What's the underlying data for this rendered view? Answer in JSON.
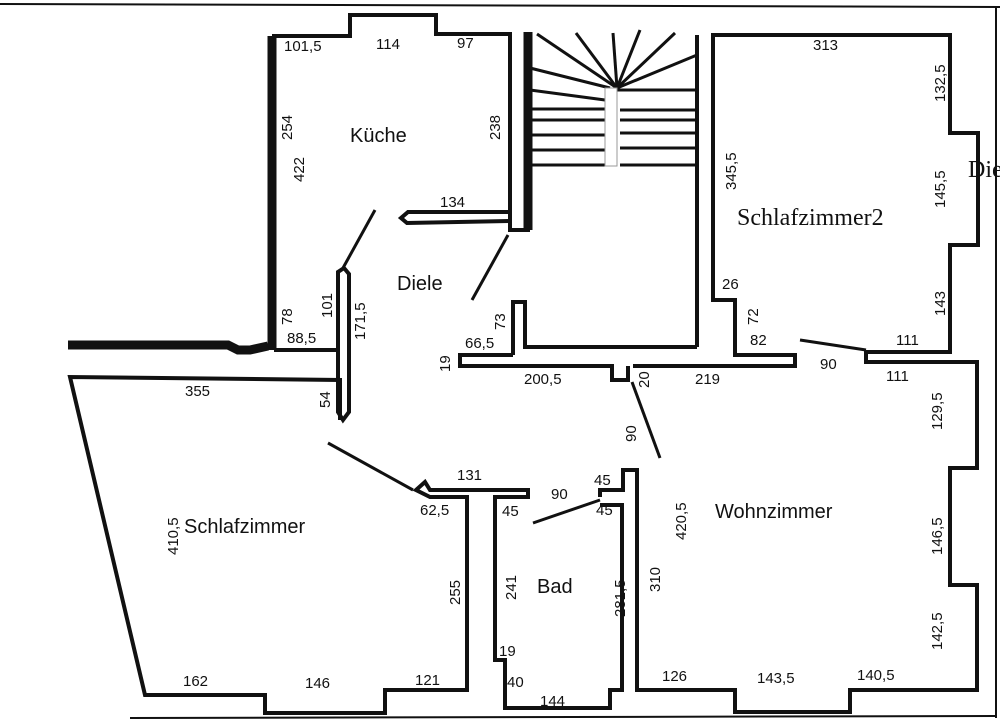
{
  "rooms": {
    "kueche": "Küche",
    "diele": "Diele",
    "schlafzimmer2": "Schlafzimmer2",
    "schlafzimmer": "Schlafzimmer",
    "bad": "Bad",
    "wohnzimmer": "Wohnzimmer",
    "diele_cut": "Die"
  },
  "dims": {
    "k_top1": "101,5",
    "k_top2": "114",
    "k_top3": "97",
    "k_left1": "254",
    "k_left2": "422",
    "k_right": "238",
    "k_wall": "134",
    "k_b1": "78",
    "k_b2": "101",
    "k_b3": "88,5",
    "d_wall": "171,5",
    "d_73": "73",
    "d_665": "66,5",
    "d_19": "19",
    "d_2005": "200,5",
    "d_20": "20",
    "d_219": "219",
    "s2_top": "313",
    "s2_r1": "132,5",
    "s2_r2": "145,5",
    "s2_r3": "143",
    "s2_left": "345,5",
    "s2_26": "26",
    "s2_72": "72",
    "s2_82": "82",
    "s2_111": "111",
    "s2_90": "90",
    "w_111": "111",
    "w_r1": "129,5",
    "w_r2": "146,5",
    "w_r3": "142,5",
    "w_90": "90",
    "w_4205": "420,5",
    "w_310": "310",
    "w_126": "126",
    "w_1435": "143,5",
    "w_1405": "140,5",
    "s_top": "355",
    "s_54": "54",
    "s_left": "410,5",
    "s_131": "131",
    "s_625": "62,5",
    "s_255": "255",
    "s_162": "162",
    "s_146": "146",
    "s_121": "121",
    "b_45a": "45",
    "b_90": "90",
    "b_45b": "45",
    "b_45c": "45",
    "b_241": "241",
    "b_2815": "281,5",
    "b_19": "19",
    "b_40": "40",
    "b_144": "144"
  }
}
